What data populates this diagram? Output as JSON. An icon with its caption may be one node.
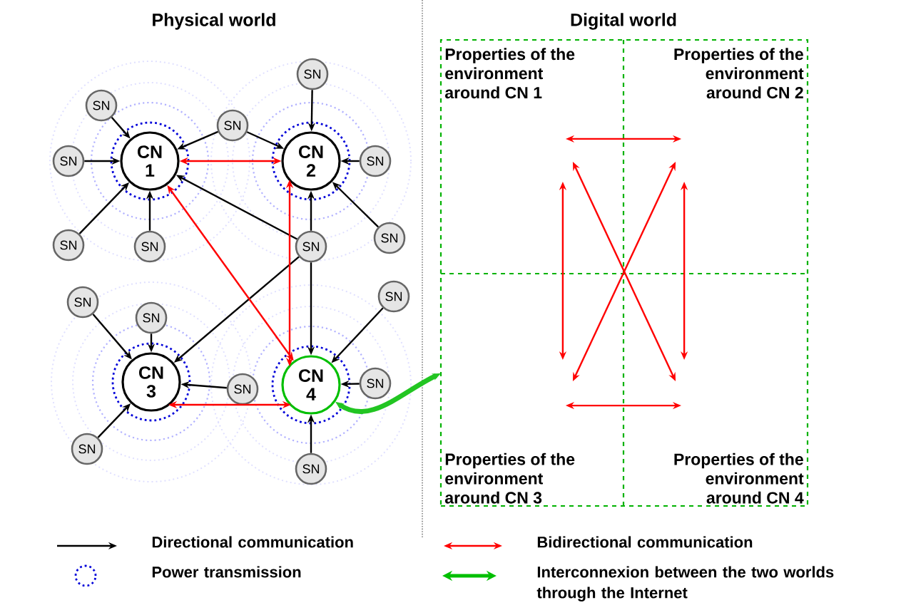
{
  "diagram": {
    "nodes": [
      {
        "text": [
          "SN"
        ]
      },
      {
        "text": [
          "SN"
        ]
      },
      {
        "text": [
          "SN"
        ]
      },
      {
        "text": [
          "SN"
        ]
      },
      {
        "text": [
          "CN 1"
        ]
      },
      {
        "text": [
          "CN 2"
        ]
      },
      {
        "text": [
          "SN"
        ]
      },
      {
        "text": [
          "SN"
        ]
      },
      {
        "text": [
          "SN"
        ]
      },
      {
        "text": [
          "SN"
        ]
      },
      {
        "text": [
          "SN"
        ]
      },
      {
        "text": [
          "SN"
        ]
      },
      {
        "text": [
          "SN"
        ]
      },
      {
        "text": [
          "SN"
        ]
      },
      {
        "text": [
          "CN 3"
        ]
      },
      {
        "text": [
          "SN"
        ]
      },
      {
        "text": [
          "CN 4"
        ]
      },
      {
        "text": [
          "SN"
        ]
      },
      {
        "text": [
          "SN"
        ]
      },
      {
        "text": [
          "SN"
        ]
      },
      {
        "text": [
          "Digital world"
        ]
      },
      {
        "text": [
          "Properties of the environment around CN 1"
        ],
        "in": 20
      },
      {
        "text": [
          "Properties of the environment around CN 2"
        ],
        "in": 20
      },
      {
        "text": [
          "Properties of the environment around CN 3"
        ],
        "in": 20
      },
      {
        "text": [
          "Properties of the environment around CN 4"
        ],
        "in": 20
      }
    ],
    "edges": [
      {
        "from": 1,
        "to": 4,
        "arrow": "to"
      },
      {
        "from": 3,
        "to": 4,
        "arrow": "to"
      },
      {
        "from": 8,
        "to": 4,
        "arrow": "to"
      },
      {
        "from": 9,
        "to": 4,
        "arrow": "to"
      },
      {
        "from": 2,
        "to": 4,
        "arrow": "to"
      },
      {
        "from": 2,
        "to": 5,
        "arrow": "to"
      },
      {
        "from": 0,
        "to": 5,
        "arrow": "to"
      },
      {
        "from": 6,
        "to": 5,
        "arrow": "to"
      },
      {
        "from": 7,
        "to": 5,
        "arrow": "to"
      },
      {
        "from": 10,
        "to": 5,
        "arrow": "to"
      },
      {
        "from": 10,
        "to": 4,
        "arrow": "to"
      },
      {
        "from": 10,
        "to": 14,
        "arrow": "to"
      },
      {
        "from": 10,
        "to": 16,
        "arrow": "to"
      },
      {
        "from": 12,
        "to": 14,
        "arrow": "to"
      },
      {
        "from": 13,
        "to": 14,
        "arrow": "to"
      },
      {
        "from": 15,
        "to": 14,
        "arrow": "to"
      },
      {
        "from": 18,
        "to": 14,
        "arrow": "to"
      },
      {
        "from": 11,
        "to": 16,
        "arrow": "to"
      },
      {
        "from": 17,
        "to": 16,
        "arrow": "to"
      },
      {
        "from": 19,
        "to": 16,
        "arrow": "to"
      },
      {
        "from": 4,
        "to": 5,
        "arrow": "both",
        "color": "#ff0000"
      },
      {
        "from": 4,
        "to": 16,
        "arrow": "both",
        "color": "#ff0000"
      },
      {
        "from": 5,
        "to": 16,
        "arrow": "both",
        "color": "#ff0000"
      },
      {
        "from": 14,
        "to": 16,
        "arrow": "both",
        "color": "#ff0000"
      },
      {
        "from": 16,
        "to": 20,
        "arrow": "both",
        "style": "thick",
        "color": "#22c522"
      },
      {
        "from": 21,
        "to": 22,
        "arrow": "both",
        "color": "#ff0000"
      },
      {
        "from": 23,
        "to": 24,
        "arrow": "both",
        "color": "#ff0000"
      },
      {
        "from": 21,
        "to": 23,
        "arrow": "both",
        "color": "#ff0000"
      },
      {
        "from": 22,
        "to": 24,
        "arrow": "both",
        "color": "#ff0000"
      },
      {
        "from": 21,
        "to": 24,
        "arrow": "both",
        "color": "#ff0000"
      },
      {
        "from": 22,
        "to": 23,
        "arrow": "both",
        "color": "#ff0000"
      }
    ],
    "labels": [
      "Physical world"
    ],
    "legend": [
      {
        "text": "Directional communication"
      },
      {
        "text": "Bidirectional communication"
      },
      {
        "text": "Power transmission"
      },
      {
        "text": "Interconnexion between the two worlds through the Internet"
      }
    ]
  }
}
